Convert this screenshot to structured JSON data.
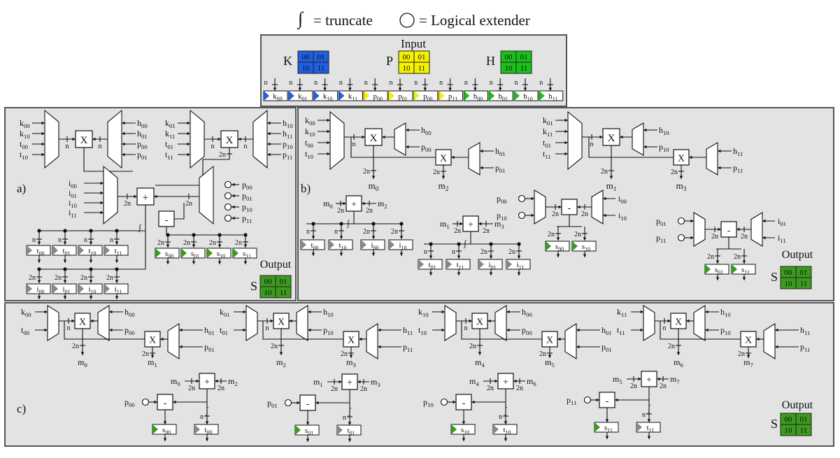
{
  "legend": {
    "truncate_label": "= truncate",
    "extender_label": "= Logical extender"
  },
  "input": {
    "title": "Input",
    "matrices": [
      {
        "name": "K",
        "color": "#1f5fe0",
        "cells": [
          "00",
          "01",
          "10",
          "11"
        ]
      },
      {
        "name": "P",
        "color": "#f4f000",
        "cells": [
          "00",
          "01",
          "10",
          "11"
        ]
      },
      {
        "name": "H",
        "color": "#19c019",
        "cells": [
          "00",
          "01",
          "10",
          "11"
        ]
      }
    ],
    "n_label": "n",
    "registers": [
      {
        "label": "k",
        "sub": "00",
        "color": "#1f5fe0"
      },
      {
        "label": "k",
        "sub": "01",
        "color": "#1f5fe0"
      },
      {
        "label": "k",
        "sub": "10",
        "color": "#1f5fe0"
      },
      {
        "label": "k",
        "sub": "11",
        "color": "#1f5fe0"
      },
      {
        "label": "p",
        "sub": "00",
        "color": "#f4f000"
      },
      {
        "label": "p",
        "sub": "01",
        "color": "#f4f000"
      },
      {
        "label": "p",
        "sub": "00",
        "color": "#f4f000"
      },
      {
        "label": "p",
        "sub": "11",
        "color": "#f4f000"
      },
      {
        "label": "h",
        "sub": "00",
        "color": "#19c019"
      },
      {
        "label": "h",
        "sub": "01",
        "color": "#19c019"
      },
      {
        "label": "h",
        "sub": "10",
        "color": "#19c019"
      },
      {
        "label": "h",
        "sub": "11",
        "color": "#19c019"
      }
    ]
  },
  "output": {
    "title": "Output",
    "name": "S",
    "color": "#3c9a1e",
    "cells": [
      "00",
      "01",
      "10",
      "11"
    ]
  },
  "sections": {
    "a": "a)",
    "b": "b)",
    "c": "c)"
  },
  "ops": {
    "mul": "X",
    "add": "+",
    "sub": "-"
  },
  "width_labels": {
    "n": "n",
    "two_n": "2n"
  },
  "colors": {
    "gray_marker": "#888888",
    "green_marker": "#3c9a1e"
  },
  "panel_a": {
    "mux1_inputs": [
      {
        "l": "k",
        "s": "00"
      },
      {
        "l": "k",
        "s": "10"
      },
      {
        "l": "t",
        "s": "00"
      },
      {
        "l": "t",
        "s": "10"
      }
    ],
    "mux2_inputs": [
      {
        "l": "h",
        "s": "00"
      },
      {
        "l": "h",
        "s": "01"
      },
      {
        "l": "p",
        "s": "00"
      },
      {
        "l": "p",
        "s": "01"
      }
    ],
    "mux3_inputs": [
      {
        "l": "k",
        "s": "01"
      },
      {
        "l": "k",
        "s": "11"
      },
      {
        "l": "t",
        "s": "01"
      },
      {
        "l": "t",
        "s": "11"
      }
    ],
    "mux4_inputs": [
      {
        "l": "h",
        "s": "10"
      },
      {
        "l": "h",
        "s": "11"
      },
      {
        "l": "p",
        "s": "10"
      },
      {
        "l": "p",
        "s": "11"
      }
    ],
    "mux5_inputs": [
      {
        "l": "i",
        "s": "00"
      },
      {
        "l": "i",
        "s": "01"
      },
      {
        "l": "i",
        "s": "10"
      },
      {
        "l": "i",
        "s": "11"
      }
    ],
    "mux6_inputs": [
      {
        "l": "p",
        "s": "00"
      },
      {
        "l": "p",
        "s": "01"
      },
      {
        "l": "p",
        "s": "10"
      },
      {
        "l": "p",
        "s": "11"
      }
    ],
    "t_regs": [
      {
        "l": "t",
        "s": "00"
      },
      {
        "l": "t",
        "s": "01"
      },
      {
        "l": "t",
        "s": "10"
      },
      {
        "l": "t",
        "s": "11"
      }
    ],
    "i_regs": [
      {
        "l": "i",
        "s": "00"
      },
      {
        "l": "i",
        "s": "01"
      },
      {
        "l": "i",
        "s": "10"
      },
      {
        "l": "i",
        "s": "11"
      }
    ],
    "s_regs": [
      {
        "l": "s",
        "s": "00"
      },
      {
        "l": "s",
        "s": "01"
      },
      {
        "l": "s",
        "s": "10"
      },
      {
        "l": "s",
        "s": "11"
      }
    ]
  },
  "panel_b": {
    "mux1_inputs": [
      {
        "l": "k",
        "s": "00"
      },
      {
        "l": "k",
        "s": "10"
      },
      {
        "l": "t",
        "s": "00"
      },
      {
        "l": "t",
        "s": "10"
      }
    ],
    "mux2_inputs": [
      {
        "l": "h",
        "s": "00"
      },
      {
        "l": "p",
        "s": "00"
      }
    ],
    "mux3_inputs": [
      {
        "l": "h",
        "s": "01"
      },
      {
        "l": "p",
        "s": "01"
      }
    ],
    "mux4_inputs": [
      {
        "l": "k",
        "s": "01"
      },
      {
        "l": "k",
        "s": "11"
      },
      {
        "l": "t",
        "s": "01"
      },
      {
        "l": "t",
        "s": "11"
      }
    ],
    "mux5_inputs": [
      {
        "l": "h",
        "s": "10"
      },
      {
        "l": "p",
        "s": "10"
      }
    ],
    "mux6_inputs": [
      {
        "l": "h",
        "s": "11"
      },
      {
        "l": "p",
        "s": "11"
      }
    ],
    "m_outputs": [
      {
        "l": "m",
        "s": "0"
      },
      {
        "l": "m",
        "s": "2"
      },
      {
        "l": "m",
        "s": "1"
      },
      {
        "l": "m",
        "s": "3"
      }
    ],
    "add1_inputs": [
      {
        "l": "m",
        "s": "0"
      },
      {
        "l": "m",
        "s": "2"
      }
    ],
    "add2_inputs": [
      {
        "l": "m",
        "s": "1"
      },
      {
        "l": "m",
        "s": "3"
      }
    ],
    "regs1": [
      {
        "l": "t",
        "s": "00"
      },
      {
        "l": "t",
        "s": "10"
      },
      {
        "l": "i",
        "s": "00"
      },
      {
        "l": "i",
        "s": "10"
      }
    ],
    "regs2": [
      {
        "l": "t",
        "s": "01"
      },
      {
        "l": "t",
        "s": "11"
      },
      {
        "l": "i",
        "s": "01"
      },
      {
        "l": "i",
        "s": "11"
      }
    ],
    "sub1_left": [
      {
        "l": "p",
        "s": "00"
      },
      {
        "l": "p",
        "s": "10"
      }
    ],
    "sub1_right": [
      {
        "l": "i",
        "s": "00"
      },
      {
        "l": "i",
        "s": "10"
      }
    ],
    "sub2_left": [
      {
        "l": "p",
        "s": "01"
      },
      {
        "l": "p",
        "s": "11"
      }
    ],
    "sub2_right": [
      {
        "l": "i",
        "s": "01"
      },
      {
        "l": "i",
        "s": "11"
      }
    ],
    "s_regs1": [
      {
        "l": "s",
        "s": "00"
      },
      {
        "l": "s",
        "s": "10"
      }
    ],
    "s_regs2": [
      {
        "l": "s",
        "s": "01"
      },
      {
        "l": "s",
        "s": "11"
      }
    ]
  },
  "panel_c": {
    "units": [
      {
        "k": {
          "l": "k",
          "s": "00"
        },
        "t": {
          "l": "t",
          "s": "00"
        },
        "h1": {
          "l": "h",
          "s": "00"
        },
        "p1": {
          "l": "p",
          "s": "00"
        },
        "h2": {
          "l": "h",
          "s": "01"
        },
        "p2": {
          "l": "p",
          "s": "01"
        },
        "m1": {
          "l": "m",
          "s": "0"
        },
        "m2": {
          "l": "m",
          "s": "1"
        }
      },
      {
        "k": {
          "l": "k",
          "s": "01"
        },
        "t": {
          "l": "t",
          "s": "01"
        },
        "h1": {
          "l": "h",
          "s": "10"
        },
        "p1": {
          "l": "p",
          "s": "10"
        },
        "h2": {
          "l": "h",
          "s": "11"
        },
        "p2": {
          "l": "p",
          "s": "11"
        },
        "m1": {
          "l": "m",
          "s": "2"
        },
        "m2": {
          "l": "m",
          "s": "3"
        }
      },
      {
        "k": {
          "l": "k",
          "s": "10"
        },
        "t": {
          "l": "t",
          "s": "10"
        },
        "h1": {
          "l": "h",
          "s": "00"
        },
        "p1": {
          "l": "p",
          "s": "00"
        },
        "h2": {
          "l": "h",
          "s": "01"
        },
        "p2": {
          "l": "p",
          "s": "01"
        },
        "m1": {
          "l": "m",
          "s": "4"
        },
        "m2": {
          "l": "m",
          "s": "5"
        }
      },
      {
        "k": {
          "l": "k",
          "s": "11"
        },
        "t": {
          "l": "t",
          "s": "11"
        },
        "h1": {
          "l": "h",
          "s": "10"
        },
        "p1": {
          "l": "p",
          "s": "10"
        },
        "h2": {
          "l": "h",
          "s": "11"
        },
        "p2": {
          "l": "p",
          "s": "11"
        },
        "m1": {
          "l": "m",
          "s": "6"
        },
        "m2": {
          "l": "m",
          "s": "7"
        }
      }
    ],
    "subs": [
      {
        "a": {
          "l": "m",
          "s": "0"
        },
        "b": {
          "l": "m",
          "s": "2"
        },
        "p": {
          "l": "p",
          "s": "00"
        },
        "s": {
          "l": "s",
          "s": "00"
        },
        "t": {
          "l": "t",
          "s": "00"
        }
      },
      {
        "a": {
          "l": "m",
          "s": "1"
        },
        "b": {
          "l": "m",
          "s": "3"
        },
        "p": {
          "l": "p",
          "s": "01"
        },
        "s": {
          "l": "s",
          "s": "01"
        },
        "t": {
          "l": "t",
          "s": "01"
        }
      },
      {
        "a": {
          "l": "m",
          "s": "4"
        },
        "b": {
          "l": "m",
          "s": "6"
        },
        "p": {
          "l": "p",
          "s": "10"
        },
        "s": {
          "l": "s",
          "s": "10"
        },
        "t": {
          "l": "t",
          "s": "10"
        }
      },
      {
        "a": {
          "l": "m",
          "s": "5"
        },
        "b": {
          "l": "m",
          "s": "7"
        },
        "p": {
          "l": "p",
          "s": "11"
        },
        "s": {
          "l": "s",
          "s": "11"
        },
        "t": {
          "l": "t",
          "s": "11"
        }
      }
    ]
  }
}
